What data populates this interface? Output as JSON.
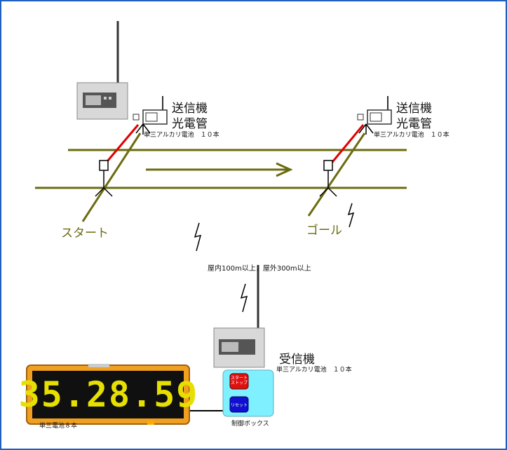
{
  "start_label": "スタート",
  "goal_label": "ゴール",
  "transmitter_left": {
    "title": "送信機",
    "subtitle": "光電管",
    "battery": "単三アルカリ電池　１０本"
  },
  "transmitter_right": {
    "title": "送信機",
    "subtitle": "光電管",
    "battery": "単三アルカリ電池　１０本"
  },
  "range_note": "屋内100m以上，屋外300m以上",
  "receiver": {
    "title": "受信機",
    "battery": "単三アルカリ電池　１０本"
  },
  "display": {
    "digits": "35.28.59",
    "battery": "単三電池８本"
  },
  "control_box": {
    "label": "制御ボックス",
    "button_start_stop": "スタート\nストップ",
    "button_reset": "リセット"
  },
  "colors": {
    "track": "#6b6b10",
    "beam": "#e00000",
    "frame": "#1f5fbf",
    "control_box": "#7ff0ff",
    "display_body": "#f0a020",
    "segment": "#e6e000"
  }
}
